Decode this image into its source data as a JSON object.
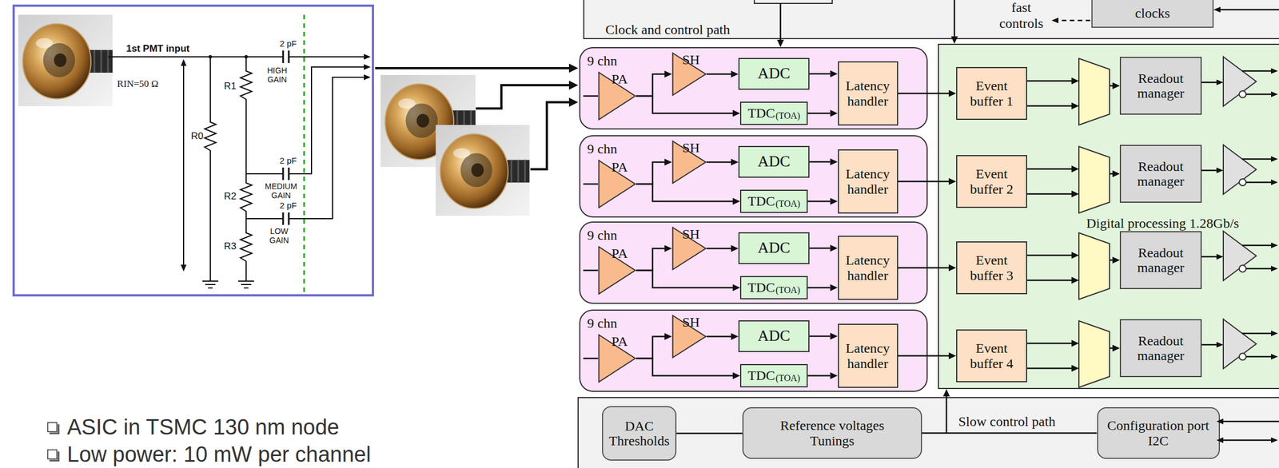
{
  "diagram": {
    "nodes": [
      {
        "text": [
          "Clock and control path"
        ]
      },
      {
        "text": [
          "clocks"
        ],
        "in": 0
      },
      {
        "text": [
          "9 chn"
        ]
      },
      {
        "text": [
          "PA"
        ],
        "in": 2
      },
      {
        "text": [
          "SH"
        ],
        "in": 2
      },
      {
        "text": [
          "ADC"
        ],
        "in": 2
      },
      {
        "text": [
          "TDC",
          "(TOA)"
        ],
        "in": 2
      },
      {
        "text": [
          "Latency handler"
        ],
        "in": 2
      },
      {
        "text": [
          "9 chn"
        ]
      },
      {
        "text": [
          "PA"
        ],
        "in": 8
      },
      {
        "text": [
          "SH"
        ],
        "in": 8
      },
      {
        "text": [
          "ADC"
        ],
        "in": 8
      },
      {
        "text": [
          "TDC",
          "(TOA)"
        ],
        "in": 8
      },
      {
        "text": [
          "Latency handler"
        ],
        "in": 8
      },
      {
        "text": [
          "9 chn"
        ]
      },
      {
        "text": [
          "PA"
        ],
        "in": 14
      },
      {
        "text": [
          "SH"
        ],
        "in": 14
      },
      {
        "text": [
          "ADC"
        ],
        "in": 14
      },
      {
        "text": [
          "TDC",
          "(TOA)"
        ],
        "in": 14
      },
      {
        "text": [
          "Latency handler"
        ],
        "in": 14
      },
      {
        "text": [
          "9 chn"
        ]
      },
      {
        "text": [
          "PA"
        ],
        "in": 20
      },
      {
        "text": [
          "SH"
        ],
        "in": 20
      },
      {
        "text": [
          "ADC"
        ],
        "in": 20
      },
      {
        "text": [
          "TDC",
          "(TOA)"
        ],
        "in": 20
      },
      {
        "text": [
          "Latency handler"
        ],
        "in": 20
      },
      {
        "text": [
          "Digital processing 1.28Gb/s"
        ]
      },
      {
        "text": [
          "Event buffer 1"
        ],
        "in": 26
      },
      {
        "text": [
          "Readout manager"
        ],
        "in": 26
      },
      {
        "text": [
          "Event buffer 2"
        ],
        "in": 26
      },
      {
        "text": [
          "Readout manager"
        ],
        "in": 26
      },
      {
        "text": [
          "Event buffer 3"
        ],
        "in": 26
      },
      {
        "text": [
          "Readout manager"
        ],
        "in": 26
      },
      {
        "text": [
          "Event buffer 4"
        ],
        "in": 26
      },
      {
        "text": [
          "Readout manager"
        ],
        "in": 26
      },
      {
        "text": [
          "Slow control path"
        ]
      },
      {
        "text": [
          "DAC Thresholds"
        ],
        "in": 35
      },
      {
        "text": [
          "Reference voltages Tunings"
        ],
        "in": 35
      },
      {
        "text": [
          "Configuration port I2C"
        ],
        "in": 35
      }
    ],
    "edges": [
      {
        "from": 0,
        "to": 2,
        "arrow": "to"
      },
      {
        "from": 0,
        "to": 26,
        "arrow": "to"
      },
      {
        "from": 3,
        "to": 4,
        "arrow": "to"
      },
      {
        "from": 3,
        "to": 6,
        "arrow": "to"
      },
      {
        "from": 4,
        "to": 5,
        "arrow": "to"
      },
      {
        "from": 5,
        "to": 7,
        "arrow": "to"
      },
      {
        "from": 6,
        "to": 7,
        "arrow": "to"
      },
      {
        "from": 7,
        "to": 27,
        "arrow": "to"
      },
      {
        "from": 27,
        "to": 28,
        "arrow": "to"
      },
      {
        "from": 9,
        "to": 10,
        "arrow": "to"
      },
      {
        "from": 9,
        "to": 12,
        "arrow": "to"
      },
      {
        "from": 10,
        "to": 11,
        "arrow": "to"
      },
      {
        "from": 11,
        "to": 13,
        "arrow": "to"
      },
      {
        "from": 12,
        "to": 13,
        "arrow": "to"
      },
      {
        "from": 13,
        "to": 29,
        "arrow": "to"
      },
      {
        "from": 29,
        "to": 30,
        "arrow": "to"
      },
      {
        "from": 15,
        "to": 16,
        "arrow": "to"
      },
      {
        "from": 15,
        "to": 18,
        "arrow": "to"
      },
      {
        "from": 16,
        "to": 17,
        "arrow": "to"
      },
      {
        "from": 17,
        "to": 19,
        "arrow": "to"
      },
      {
        "from": 18,
        "to": 19,
        "arrow": "to"
      },
      {
        "from": 19,
        "to": 31,
        "arrow": "to"
      },
      {
        "from": 31,
        "to": 32,
        "arrow": "to"
      },
      {
        "from": 21,
        "to": 22,
        "arrow": "to"
      },
      {
        "from": 21,
        "to": 24,
        "arrow": "to"
      },
      {
        "from": 22,
        "to": 23,
        "arrow": "to"
      },
      {
        "from": 23,
        "to": 25,
        "arrow": "to"
      },
      {
        "from": 24,
        "to": 25,
        "arrow": "to"
      },
      {
        "from": 25,
        "to": 33,
        "arrow": "to"
      },
      {
        "from": 33,
        "to": 34,
        "arrow": "to"
      },
      {
        "from": 36,
        "to": 37,
        "arrow": "none"
      },
      {
        "from": 37,
        "to": 38,
        "arrow": "none"
      },
      {
        "from": 35,
        "to": 26,
        "arrow": "to"
      }
    ],
    "labels": [
      "1st PMT input",
      "RIN=50 Ω",
      "2 pF",
      "HIGH GAIN",
      "R1",
      "R0",
      "2 pF",
      "MEDIUM GAIN",
      "R2",
      "2 pF",
      "LOW GAIN",
      "R3",
      "fast controls",
      "ASIC in TSMC 130 nm node",
      "Low power: 10 mW per channel"
    ]
  }
}
